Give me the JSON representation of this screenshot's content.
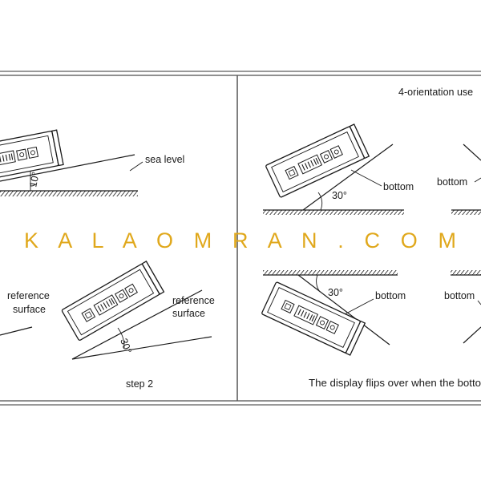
{
  "left_panel": {
    "sea_level_label": "sea level",
    "angle_top_label": "10°",
    "reference_surface_left_line1": "reference",
    "reference_surface_left_line2": "surface",
    "reference_surface_right_line1": "reference",
    "reference_surface_right_line2": "surface",
    "angle_bottom_label": "30°",
    "step_label": "step 2"
  },
  "right_panel": {
    "title": "4-orientation use",
    "bottom_label_1": "bottom",
    "bottom_label_2": "bottom",
    "bottom_label_3": "bottom",
    "bottom_label_4": "bottom",
    "angle_top_label": "30°",
    "angle_bottom_label": "30°",
    "caption": "The display flips over when the botto"
  },
  "watermark": {
    "text": "K A L A O M R A N . C O M",
    "color": "#e0a81c"
  },
  "colors": {
    "line": "#1a1a1a",
    "frame": "#888888"
  }
}
